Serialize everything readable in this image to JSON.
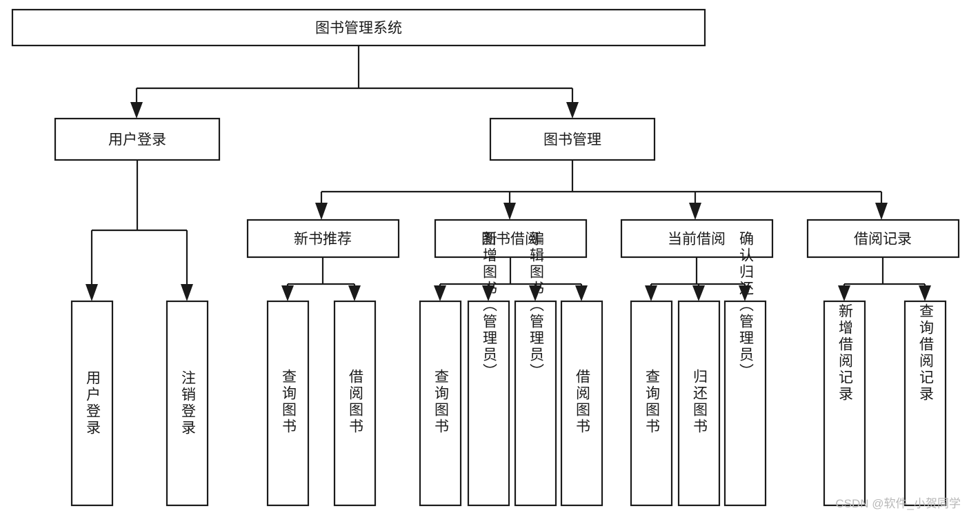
{
  "diagram": {
    "type": "tree",
    "title": "图书管理系统",
    "watermark": "CSDN @软件_小贺同学",
    "colors": {
      "stroke": "#1a1a1a",
      "fill": "#ffffff",
      "background": "#ffffff",
      "watermark": "#b8b8b8"
    },
    "nodes": {
      "root": {
        "label": "图书管理系统",
        "orientation": "horizontal"
      },
      "level2": [
        {
          "id": "user-login",
          "label": "用户登录",
          "orientation": "horizontal"
        },
        {
          "id": "book-manage",
          "label": "图书管理",
          "orientation": "horizontal"
        }
      ],
      "level3": [
        {
          "id": "new-book-recommend",
          "label": "新书推荐",
          "orientation": "horizontal"
        },
        {
          "id": "book-borrow",
          "label": "图书借阅",
          "orientation": "horizontal"
        },
        {
          "id": "current-borrow",
          "label": "当前借阅",
          "orientation": "horizontal"
        },
        {
          "id": "borrow-record",
          "label": "借阅记录",
          "orientation": "horizontal"
        }
      ],
      "leaves": [
        {
          "id": "leaf-user-login",
          "label": "用户登录",
          "parent": "user-login",
          "orientation": "vertical"
        },
        {
          "id": "leaf-logout",
          "label": "注销登录",
          "parent": "user-login",
          "orientation": "vertical"
        },
        {
          "id": "leaf-query-book-1",
          "label": "查询图书",
          "parent": "new-book-recommend",
          "orientation": "vertical"
        },
        {
          "id": "leaf-borrow-book-1",
          "label": "借阅图书",
          "parent": "new-book-recommend",
          "orientation": "vertical"
        },
        {
          "id": "leaf-query-book-2",
          "label": "查询图书",
          "parent": "book-borrow",
          "orientation": "vertical"
        },
        {
          "id": "leaf-add-book",
          "label": "新增图书（管理员）",
          "parent": "book-borrow",
          "orientation": "vertical"
        },
        {
          "id": "leaf-edit-book",
          "label": "编辑图书（管理员）",
          "parent": "book-borrow",
          "orientation": "vertical"
        },
        {
          "id": "leaf-borrow-book-2",
          "label": "借阅图书",
          "parent": "book-borrow",
          "orientation": "vertical"
        },
        {
          "id": "leaf-query-book-3",
          "label": "查询图书",
          "parent": "current-borrow",
          "orientation": "vertical"
        },
        {
          "id": "leaf-return-book",
          "label": "归还图书",
          "parent": "current-borrow",
          "orientation": "vertical"
        },
        {
          "id": "leaf-confirm-return",
          "label": "确认归还（管理员）",
          "parent": "current-borrow",
          "orientation": "vertical"
        },
        {
          "id": "leaf-add-record",
          "label": "新增借阅记录",
          "parent": "borrow-record",
          "orientation": "vertical"
        },
        {
          "id": "leaf-query-record",
          "label": "查询借阅记录",
          "parent": "borrow-record",
          "orientation": "vertical"
        }
      ]
    }
  }
}
